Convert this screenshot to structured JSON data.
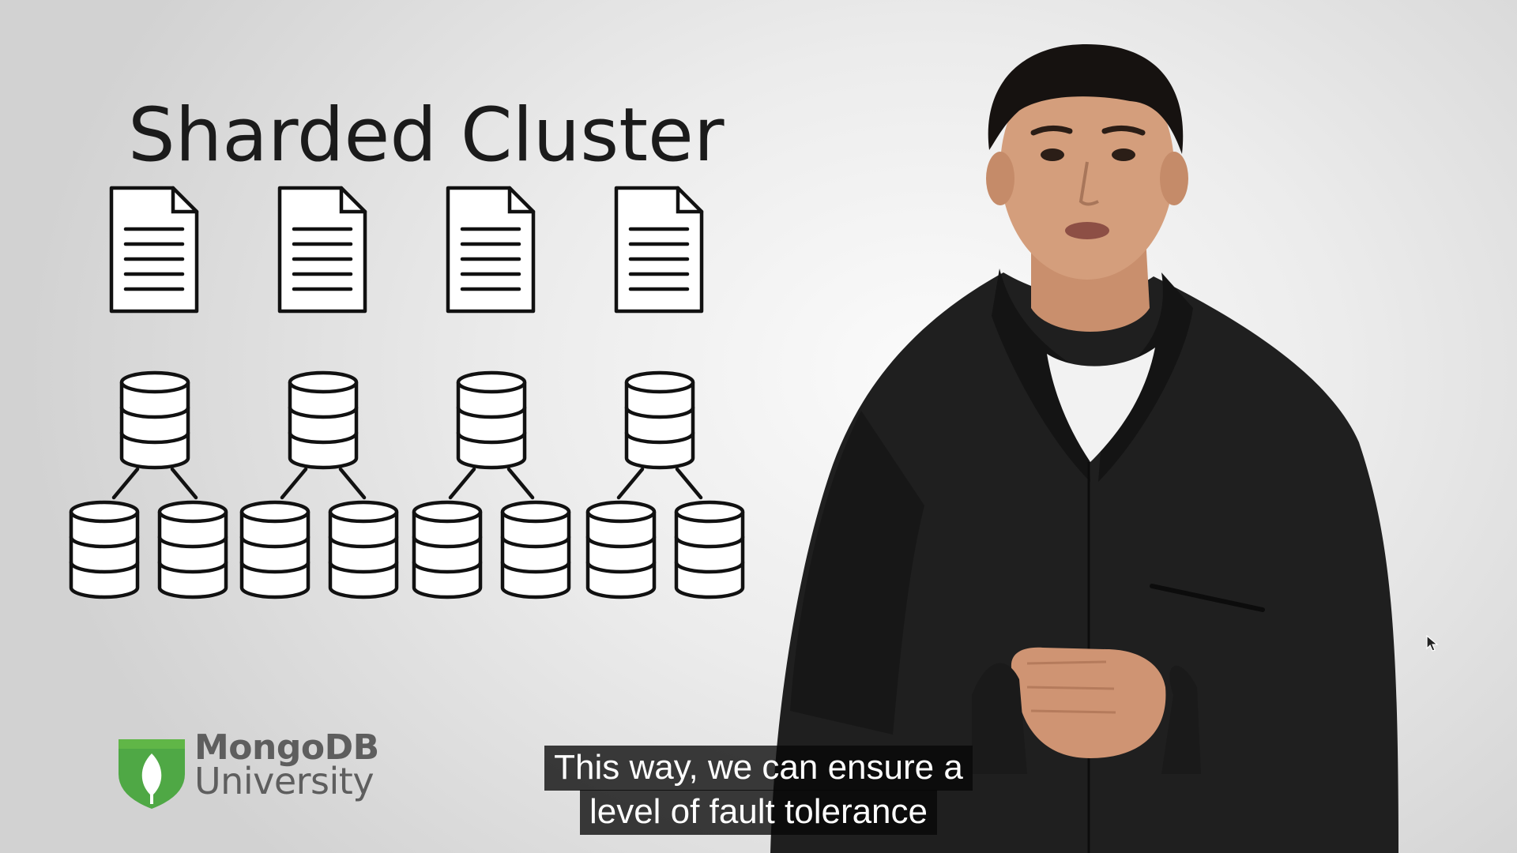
{
  "video": {
    "slide_title": "Sharded Cluster",
    "logo": {
      "line1": "MongoDB",
      "line2": "University",
      "brand_color": "#4fa845"
    },
    "captions": [
      "This way, we can ensure a",
      "level of fault tolerance"
    ],
    "diagram": {
      "documents_count": 4,
      "replica_sets_count": 4,
      "icons": [
        "document-icon",
        "database-icon"
      ]
    },
    "colors": {
      "caption_bg": "#080808",
      "caption_text": "#ffffff",
      "ink": "#111111"
    }
  }
}
